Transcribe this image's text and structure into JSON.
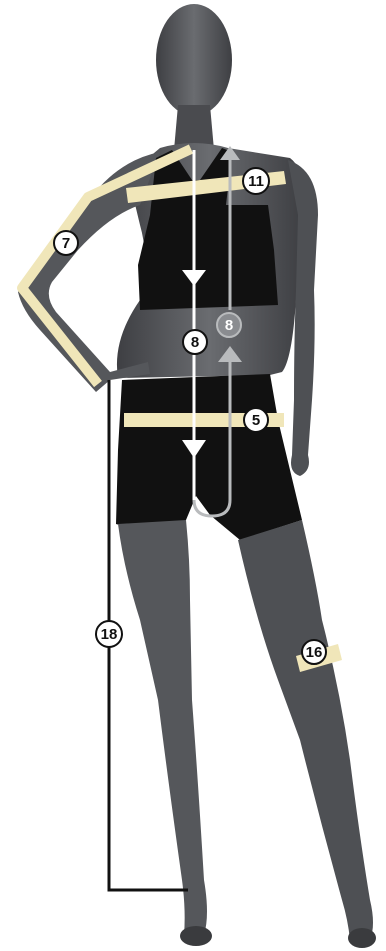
{
  "colors": {
    "mannequin": "#5b5d61",
    "mannequin_dark": "#3a3b3e",
    "mannequin_light": "#8a8c90",
    "clothing": "#111111",
    "tape": "#f0e6b9",
    "guide_black": "#111111",
    "guide_white": "#ffffff",
    "guide_gray": "#b9bbbd"
  },
  "markers": [
    {
      "id": "m7",
      "label": "7"
    },
    {
      "id": "m11",
      "label": "11"
    },
    {
      "id": "m8a",
      "label": "8"
    },
    {
      "id": "m8b",
      "label": "8"
    },
    {
      "id": "m5",
      "label": "5"
    },
    {
      "id": "m16",
      "label": "16"
    },
    {
      "id": "m18",
      "label": "18"
    }
  ]
}
